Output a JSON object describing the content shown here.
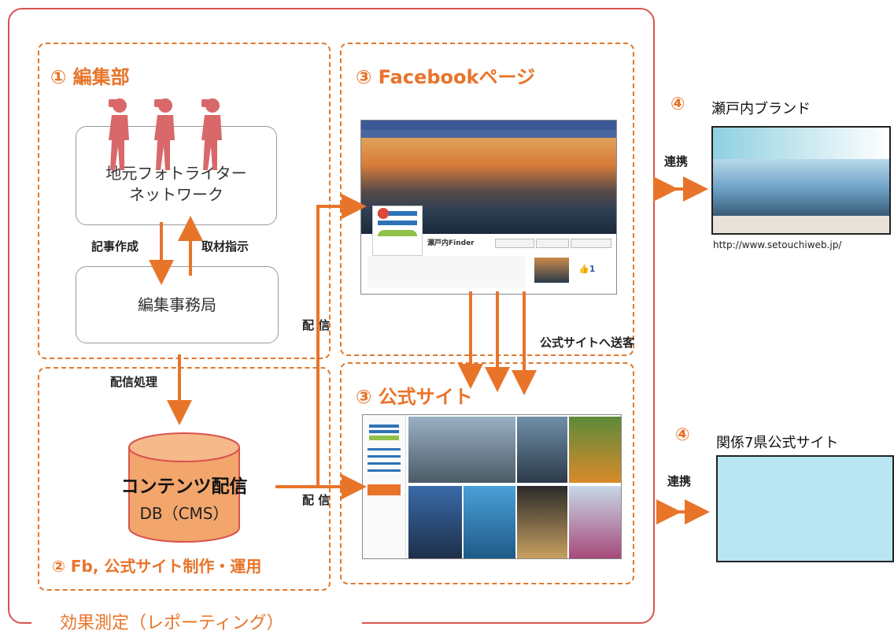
{
  "sections": {
    "editorial": {
      "title": "① 編集部"
    },
    "facebook": {
      "title": "③ Facebookページ"
    },
    "official": {
      "title": "③ 公式サイト"
    },
    "production": {
      "title": "② Fb, 公式サイト制作・運用"
    },
    "setouchi": {
      "title": "④",
      "name": "瀬戸内ブランド",
      "url": "http://www.setouchiweb.jp/"
    },
    "prefectures": {
      "title": "④",
      "name": "関係7県公式サイト"
    }
  },
  "boxes": {
    "network": "地元フォトライター\nネットワーク",
    "office": "編集事務局",
    "db_line1": "コンテンツ配信",
    "db_line2": "DB（CMS）"
  },
  "labels": {
    "article_creation": "記事作成",
    "coverage_instruction": "取材指示",
    "distribution_processing": "配信処理",
    "delivery_upper": "配 信",
    "delivery_lower": "配 信",
    "send_to_official": "公式サイトへ送客",
    "link_upper": "連携",
    "link_lower": "連携"
  },
  "footer": {
    "effect_measurement": "効果測定（レポーティング）"
  },
  "facebook_page": {
    "page_name": "瀬戸内Finder",
    "like_count": "1"
  },
  "colors": {
    "accent": "#e8742a",
    "frame": "#d9534f",
    "figure": "#d9686a",
    "db_fill": "#f2a66b",
    "pref_fill": "#b8e6f2"
  }
}
